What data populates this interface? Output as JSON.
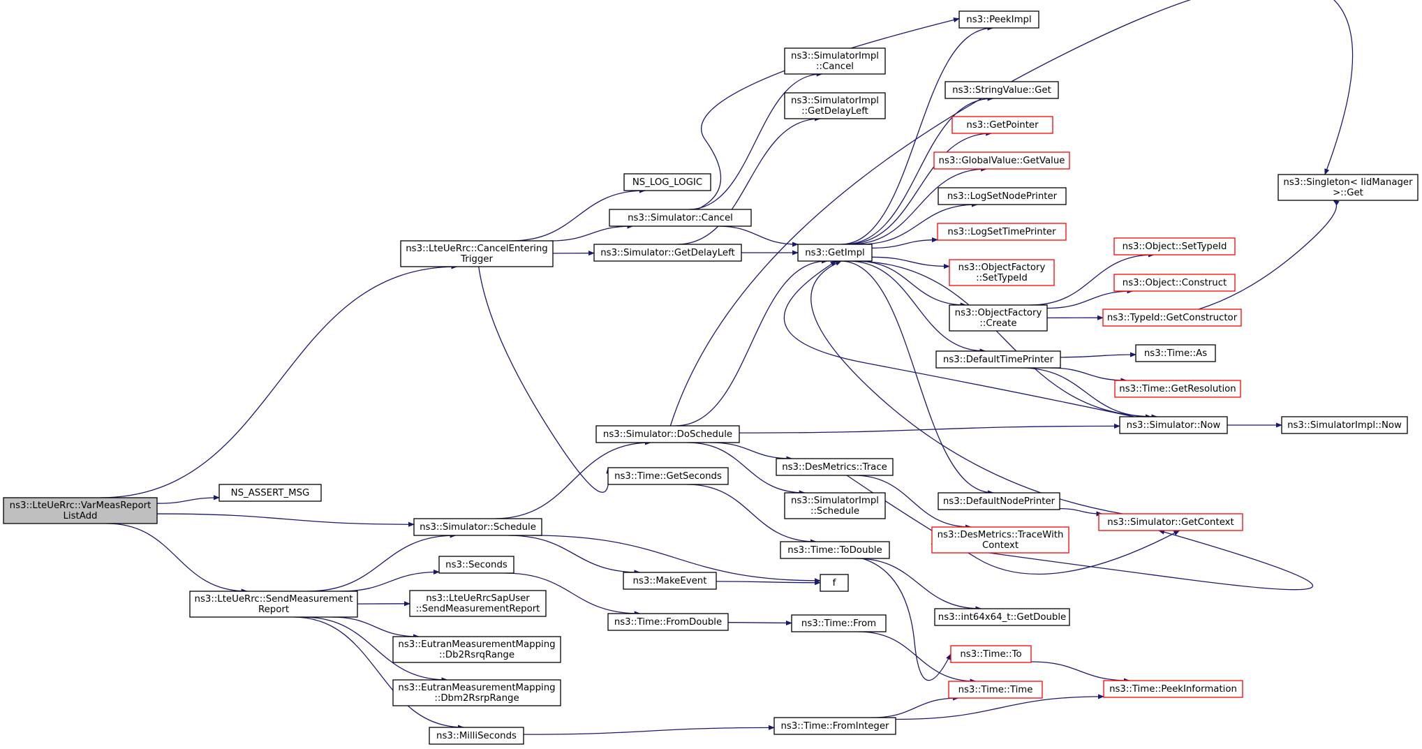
{
  "colors": {
    "edge": "#191970",
    "node_border": "#000000",
    "node_border_truncated": "#ff0000",
    "node_fill": "#ffffff",
    "root_fill": "#bfbfbf"
  },
  "nodes": [
    {
      "id": "root",
      "lines": [
        "ns3::LteUeRrc::VarMeasReport",
        "ListAdd"
      ],
      "root": true
    },
    {
      "id": "cancelEntering",
      "lines": [
        "ns3::LteUeRrc::CancelEntering",
        "Trigger"
      ]
    },
    {
      "id": "assert",
      "lines": [
        "NS_ASSERT_MSG"
      ]
    },
    {
      "id": "schedule",
      "lines": [
        "ns3::Simulator::Schedule"
      ]
    },
    {
      "id": "sendMeas",
      "lines": [
        "ns3::LteUeRrc::SendMeasurement",
        "Report"
      ]
    },
    {
      "id": "logLogic",
      "lines": [
        "NS_LOG_LOGIC"
      ]
    },
    {
      "id": "simCancel",
      "lines": [
        "ns3::Simulator::Cancel"
      ]
    },
    {
      "id": "getDelayLeft",
      "lines": [
        "ns3::Simulator::GetDelayLeft"
      ]
    },
    {
      "id": "getSeconds",
      "lines": [
        "ns3::Time::GetSeconds"
      ]
    },
    {
      "id": "doSchedule",
      "lines": [
        "ns3::Simulator::DoSchedule"
      ]
    },
    {
      "id": "makeEvent",
      "lines": [
        "ns3::MakeEvent"
      ]
    },
    {
      "id": "seconds",
      "lines": [
        "ns3::Seconds"
      ]
    },
    {
      "id": "sapUser",
      "lines": [
        "ns3::LteUeRrcSapUser",
        "::SendMeasurementReport"
      ]
    },
    {
      "id": "db2rsrq",
      "lines": [
        "ns3::EutranMeasurementMapping",
        "::Db2RsrqRange"
      ]
    },
    {
      "id": "dbm2rsrp",
      "lines": [
        "ns3::EutranMeasurementMapping",
        "::Dbm2RsrpRange"
      ]
    },
    {
      "id": "milliSeconds",
      "lines": [
        "ns3::MilliSeconds"
      ]
    },
    {
      "id": "implCancel",
      "lines": [
        "ns3::SimulatorImpl",
        "::Cancel"
      ]
    },
    {
      "id": "implGetDelayLeft",
      "lines": [
        "ns3::SimulatorImpl",
        "::GetDelayLeft"
      ]
    },
    {
      "id": "getImpl",
      "lines": [
        "ns3::GetImpl"
      ]
    },
    {
      "id": "peekImpl",
      "lines": [
        "ns3::PeekImpl"
      ]
    },
    {
      "id": "desTrace",
      "lines": [
        "ns3::DesMetrics::Trace"
      ]
    },
    {
      "id": "implSchedule",
      "lines": [
        "ns3::SimulatorImpl",
        "::Schedule"
      ]
    },
    {
      "id": "toDouble",
      "lines": [
        "ns3::Time::ToDouble"
      ]
    },
    {
      "id": "f",
      "lines": [
        "f"
      ]
    },
    {
      "id": "fromDouble",
      "lines": [
        "ns3::Time::FromDouble"
      ]
    },
    {
      "id": "timeFrom",
      "lines": [
        "ns3::Time::From"
      ]
    },
    {
      "id": "fromInteger",
      "lines": [
        "ns3::Time::FromInteger"
      ]
    },
    {
      "id": "stringValueGet",
      "lines": [
        "ns3::StringValue::Get"
      ]
    },
    {
      "id": "getPointer",
      "lines": [
        "ns3::GetPointer"
      ],
      "truncated": true
    },
    {
      "id": "globalValueGet",
      "lines": [
        "ns3::GlobalValue::GetValue"
      ],
      "truncated": true
    },
    {
      "id": "logSetNode",
      "lines": [
        "ns3::LogSetNodePrinter"
      ]
    },
    {
      "id": "logSetTime",
      "lines": [
        "ns3::LogSetTimePrinter"
      ],
      "truncated": true
    },
    {
      "id": "ofSetTypeId",
      "lines": [
        "ns3::ObjectFactory",
        "::SetTypeId"
      ],
      "truncated": true
    },
    {
      "id": "ofCreate",
      "lines": [
        "ns3::ObjectFactory",
        "::Create"
      ]
    },
    {
      "id": "defaultTimePrinter",
      "lines": [
        "ns3::DefaultTimePrinter"
      ]
    },
    {
      "id": "defaultNodePrinter",
      "lines": [
        "ns3::DefaultNodePrinter"
      ]
    },
    {
      "id": "traceWithContext",
      "lines": [
        "ns3::DesMetrics::TraceWith",
        "Context"
      ],
      "truncated": true
    },
    {
      "id": "int64GetDouble",
      "lines": [
        "ns3::int64x64_t::GetDouble"
      ]
    },
    {
      "id": "timeTo",
      "lines": [
        "ns3::Time::To"
      ],
      "truncated": true
    },
    {
      "id": "timeTime",
      "lines": [
        "ns3::Time::Time"
      ],
      "truncated": true
    },
    {
      "id": "objSetTypeId",
      "lines": [
        "ns3::Object::SetTypeId"
      ],
      "truncated": true
    },
    {
      "id": "objConstruct",
      "lines": [
        "ns3::Object::Construct"
      ],
      "truncated": true
    },
    {
      "id": "getConstructor",
      "lines": [
        "ns3::TypeId::GetConstructor"
      ],
      "truncated": true
    },
    {
      "id": "timeAs",
      "lines": [
        "ns3::Time::As"
      ]
    },
    {
      "id": "getResolution",
      "lines": [
        "ns3::Time::GetResolution"
      ],
      "truncated": true
    },
    {
      "id": "simNow",
      "lines": [
        "ns3::Simulator::Now"
      ]
    },
    {
      "id": "getContext",
      "lines": [
        "ns3::Simulator::GetContext"
      ],
      "truncated": true
    },
    {
      "id": "peekInformation",
      "lines": [
        "ns3::Time::PeekInformation"
      ],
      "truncated": true
    },
    {
      "id": "singletonGet",
      "lines": [
        "ns3::Singleton< IidManager",
        ">::Get"
      ]
    },
    {
      "id": "implNow",
      "lines": [
        "ns3::SimulatorImpl::Now"
      ]
    }
  ],
  "edges": [
    [
      "root",
      "cancelEntering"
    ],
    [
      "root",
      "assert"
    ],
    [
      "root",
      "schedule"
    ],
    [
      "root",
      "sendMeas"
    ],
    [
      "cancelEntering",
      "logLogic"
    ],
    [
      "cancelEntering",
      "simCancel"
    ],
    [
      "cancelEntering",
      "getDelayLeft"
    ],
    [
      "cancelEntering",
      "getSeconds"
    ],
    [
      "simCancel",
      "peekImpl"
    ],
    [
      "simCancel",
      "implCancel"
    ],
    [
      "simCancel",
      "getImpl"
    ],
    [
      "getDelayLeft",
      "implGetDelayLeft"
    ],
    [
      "getDelayLeft",
      "getImpl"
    ],
    [
      "schedule",
      "doSchedule"
    ],
    [
      "schedule",
      "makeEvent"
    ],
    [
      "schedule",
      "f"
    ],
    [
      "doSchedule",
      "singletonGet"
    ],
    [
      "doSchedule",
      "getImpl"
    ],
    [
      "doSchedule",
      "simNow"
    ],
    [
      "doSchedule",
      "desTrace"
    ],
    [
      "doSchedule",
      "implSchedule"
    ],
    [
      "sendMeas",
      "schedule"
    ],
    [
      "sendMeas",
      "seconds"
    ],
    [
      "sendMeas",
      "sapUser"
    ],
    [
      "sendMeas",
      "db2rsrq"
    ],
    [
      "sendMeas",
      "dbm2rsrp"
    ],
    [
      "sendMeas",
      "milliSeconds"
    ],
    [
      "seconds",
      "fromDouble"
    ],
    [
      "fromDouble",
      "timeFrom"
    ],
    [
      "timeFrom",
      "timeTime"
    ],
    [
      "milliSeconds",
      "fromInteger"
    ],
    [
      "fromInteger",
      "timeTime"
    ],
    [
      "fromInteger",
      "peekInformation"
    ],
    [
      "makeEvent",
      "f"
    ],
    [
      "getSeconds",
      "toDouble"
    ],
    [
      "toDouble",
      "int64GetDouble"
    ],
    [
      "toDouble",
      "timeTo"
    ],
    [
      "timeTo",
      "peekInformation"
    ],
    [
      "getImpl",
      "peekImpl"
    ],
    [
      "getImpl",
      "stringValueGet"
    ],
    [
      "getImpl",
      "getPointer"
    ],
    [
      "getImpl",
      "globalValueGet"
    ],
    [
      "getImpl",
      "logSetNode"
    ],
    [
      "getImpl",
      "logSetTime"
    ],
    [
      "getImpl",
      "ofSetTypeId"
    ],
    [
      "getImpl",
      "ofCreate"
    ],
    [
      "getImpl",
      "defaultTimePrinter"
    ],
    [
      "getImpl",
      "simNow"
    ],
    [
      "getImpl",
      "defaultNodePrinter"
    ],
    [
      "ofCreate",
      "objSetTypeId"
    ],
    [
      "ofCreate",
      "objConstruct"
    ],
    [
      "ofCreate",
      "getConstructor"
    ],
    [
      "getConstructor",
      "singletonGet"
    ],
    [
      "defaultTimePrinter",
      "timeAs"
    ],
    [
      "defaultTimePrinter",
      "getResolution"
    ],
    [
      "defaultTimePrinter",
      "simNow"
    ],
    [
      "simNow",
      "implNow"
    ],
    [
      "simNow",
      "getImpl"
    ],
    [
      "defaultNodePrinter",
      "getContext"
    ],
    [
      "getContext",
      "getImpl"
    ],
    [
      "desTrace",
      "traceWithContext"
    ],
    [
      "desTrace",
      "getContext"
    ],
    [
      "traceWithContext",
      "getContext"
    ]
  ]
}
